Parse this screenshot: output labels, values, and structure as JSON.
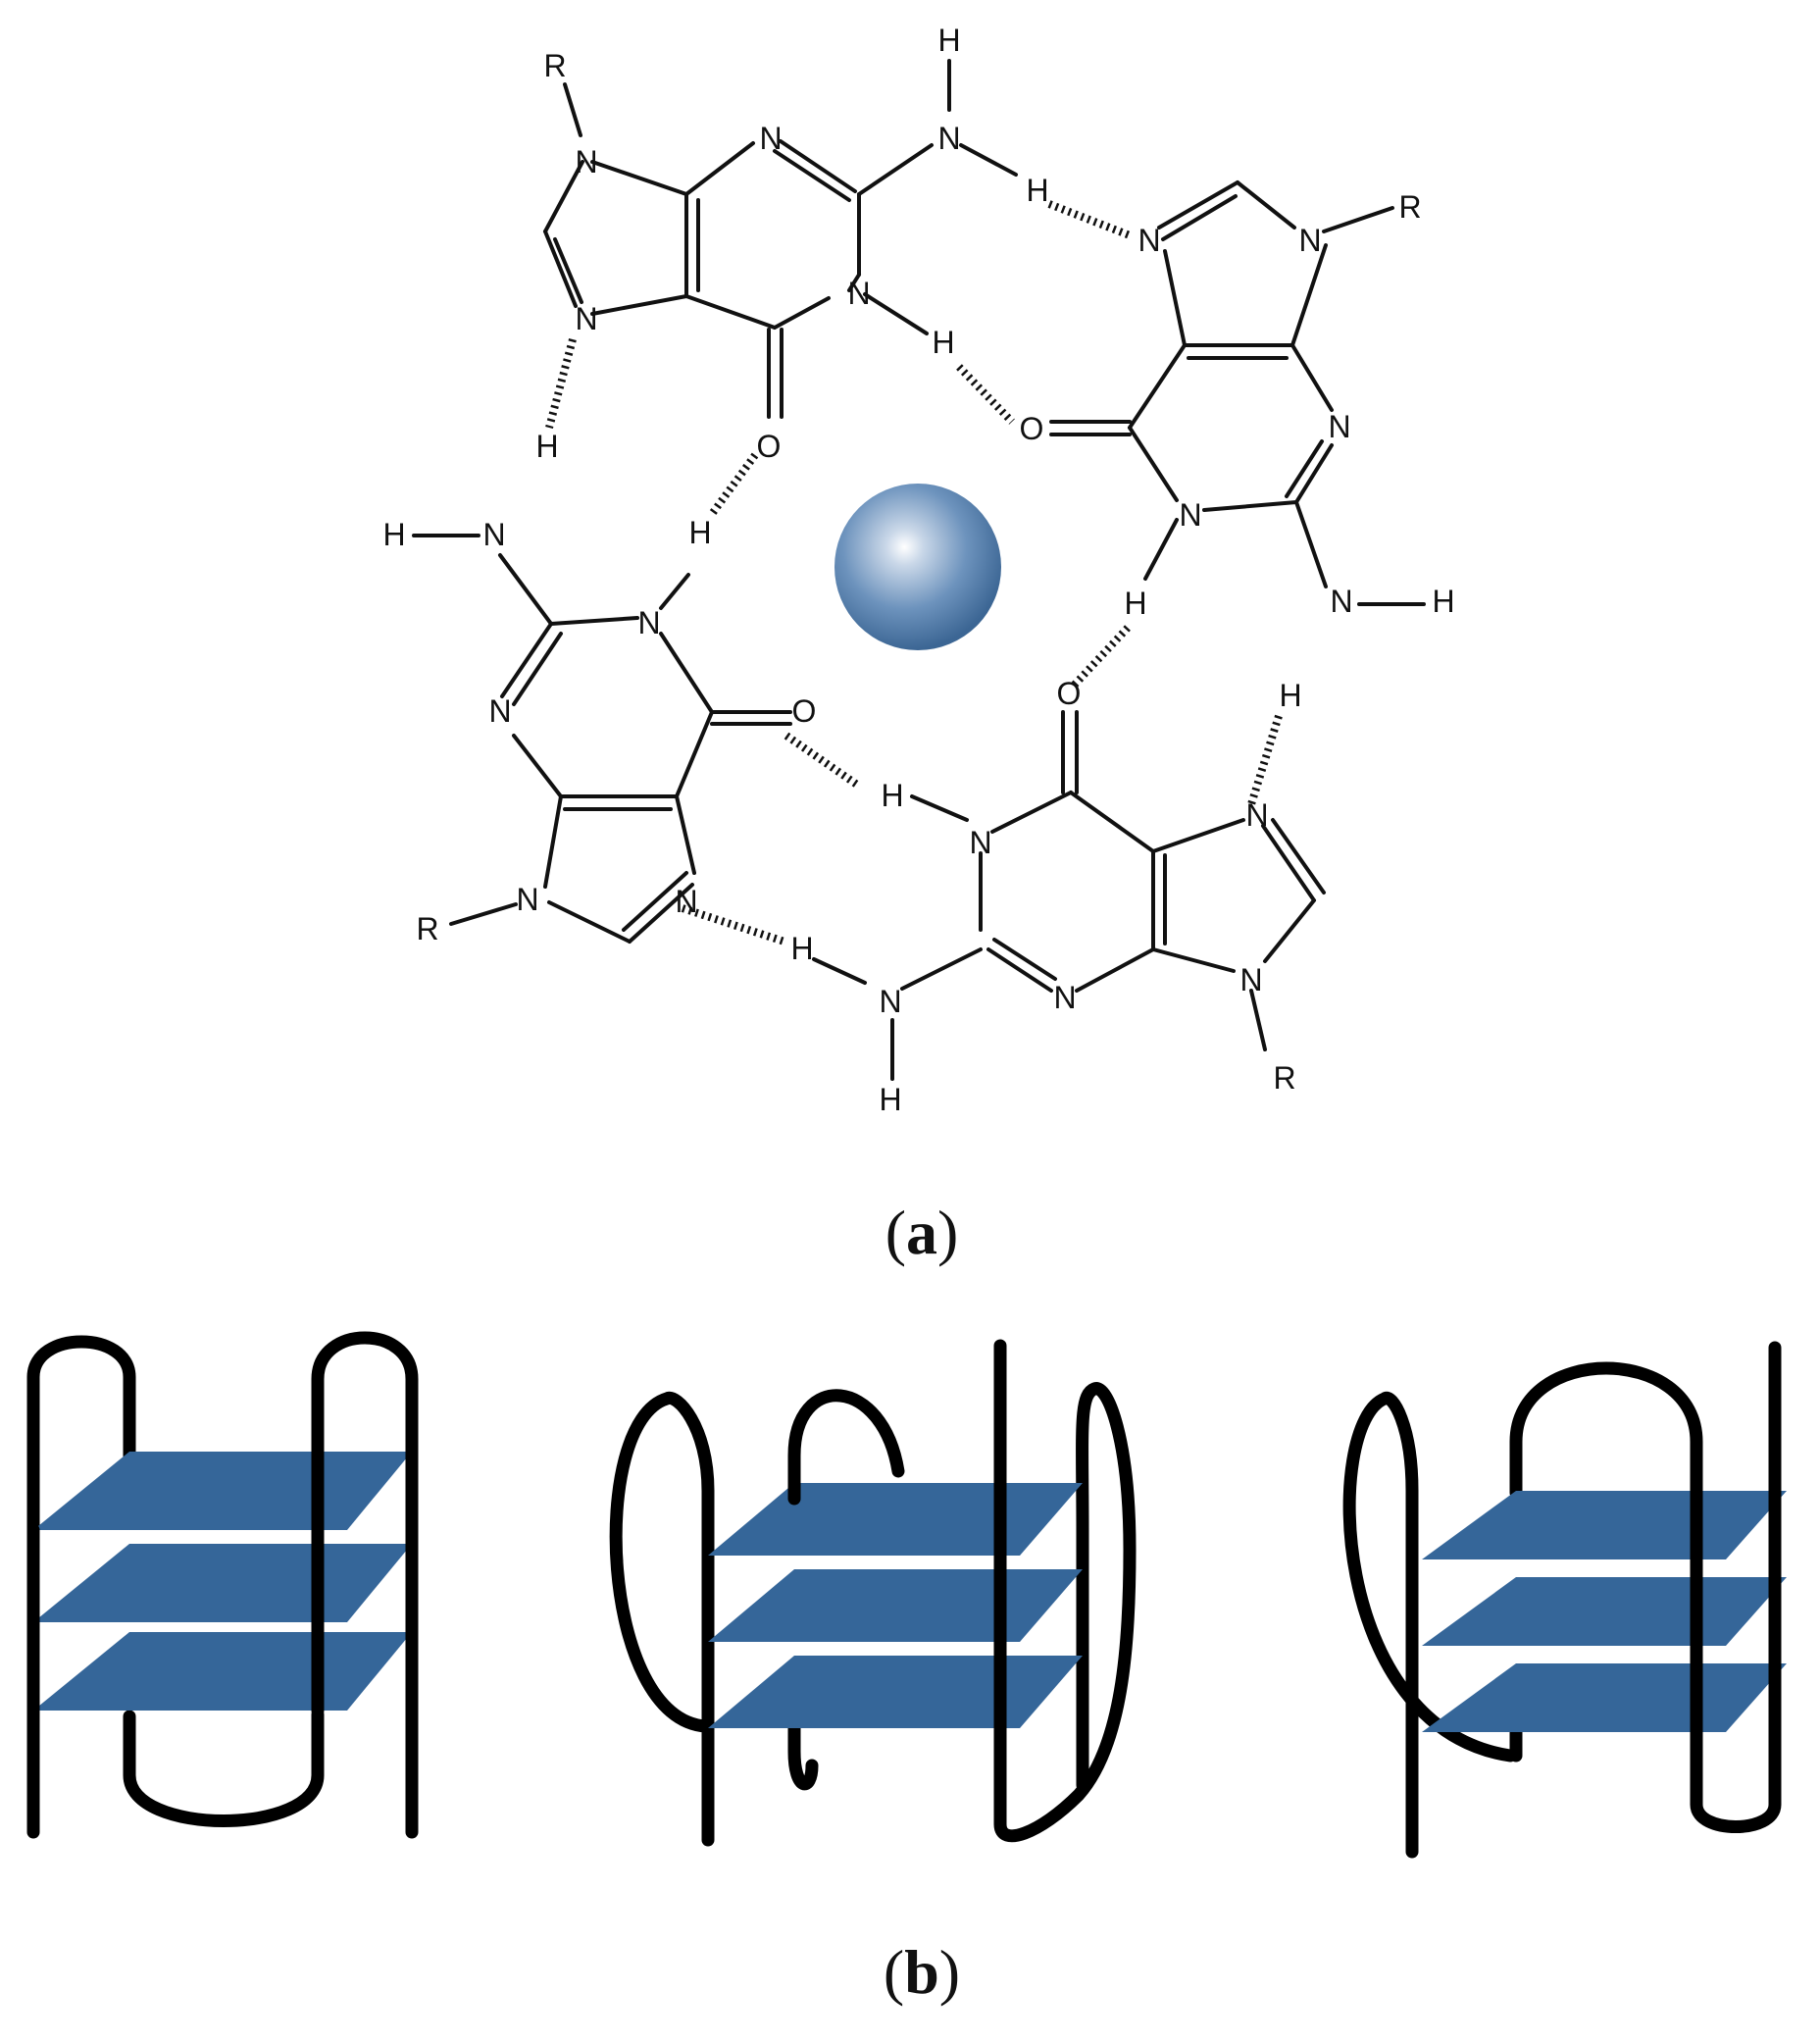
{
  "figure": {
    "caption_a": "(a)",
    "caption_b": "(b)",
    "caption_a_letter": "a",
    "caption_b_letter": "b"
  },
  "atoms": {
    "nitrogen": "N",
    "hydrogen": "H",
    "oxygen": "O",
    "residue": "R"
  },
  "colors": {
    "ion": "#4f79a8",
    "tetrad_plane": "#356699",
    "strand": "#000000",
    "text": "#111111"
  },
  "panels": {
    "a": {
      "content": "G-quartet with central cation"
    },
    "b": {
      "topologies": 3,
      "tetrads_per_topology": 3
    }
  }
}
